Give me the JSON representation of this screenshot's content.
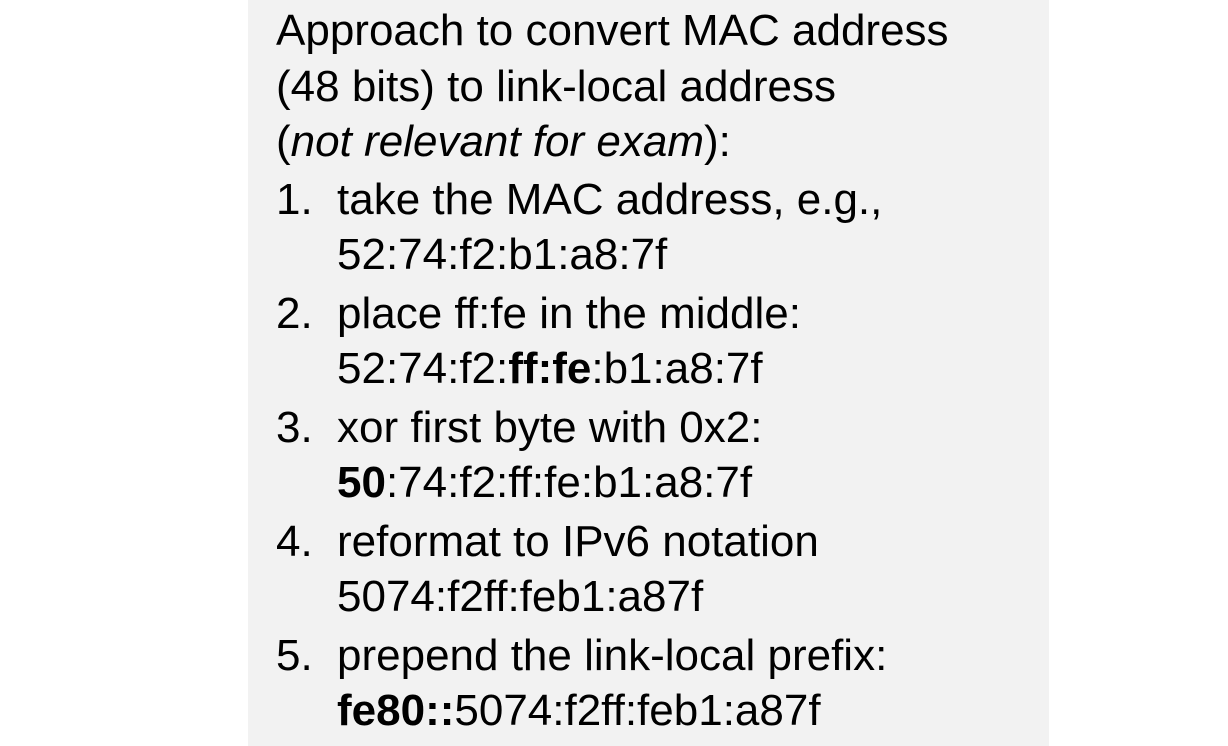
{
  "intro": {
    "line1": "Approach to convert MAC address",
    "line2": "(48 bits) to link-local address",
    "line3_open": "(",
    "line3_italic": "not relevant for exam",
    "line3_close": "):"
  },
  "steps": [
    {
      "num": "1.",
      "text": "take the MAC address, e.g.,",
      "value_bold": "",
      "value_rest": "52:74:f2:b1:a8:7f"
    },
    {
      "num": "2.",
      "text": "place ff:fe in the middle:",
      "value_pre": "52:74:f2:",
      "value_bold": "ff:fe",
      "value_rest": ":b1:a8:7f"
    },
    {
      "num": "3.",
      "text": "xor first byte with 0x2:",
      "value_bold": "50",
      "value_rest": ":74:f2:ff:fe:b1:a8:7f"
    },
    {
      "num": "4.",
      "text": "reformat to IPv6 notation",
      "value_bold": "",
      "value_rest": "5074:f2ff:feb1:a87f"
    },
    {
      "num": "5.",
      "text": "prepend the link-local prefix:",
      "value_bold": "fe80::",
      "value_rest": "5074:f2ff:feb1:a87f"
    }
  ]
}
